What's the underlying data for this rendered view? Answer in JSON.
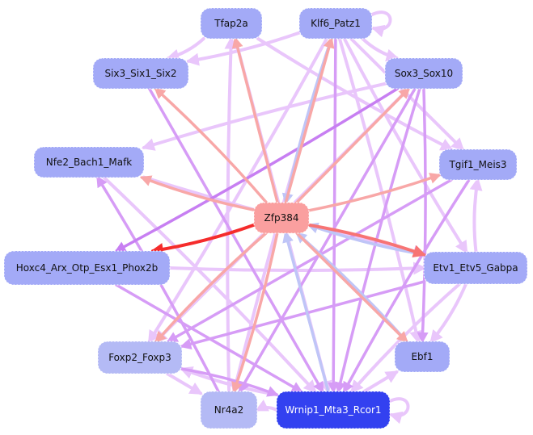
{
  "title": "Gene regulatory network",
  "colors": {
    "background": "#ffffff",
    "node_default": "#a3aaf7",
    "node_light": "#b4baf5",
    "node_center": "#fa9f9f",
    "node_dark": "#3341f0",
    "edge_violet_light": "#e9c6fb",
    "edge_violet": "#d69cf6",
    "edge_violet_strong": "#c77ff2",
    "edge_pink": "#f8a7a7",
    "edge_pink_strong": "#f77474",
    "edge_red": "#f52c2c",
    "edge_blue": "#bfc5f7"
  },
  "nodes": [
    {
      "id": "Tfap2a",
      "label": "Tfap2a",
      "style": "default"
    },
    {
      "id": "Klf6_Patz1",
      "label": "Klf6_Patz1",
      "style": "default"
    },
    {
      "id": "Six3_Six1_Six2",
      "label": "Six3_Six1_Six2",
      "style": "default"
    },
    {
      "id": "Sox3_Sox10",
      "label": "Sox3_Sox10",
      "style": "default"
    },
    {
      "id": "Nfe2_Bach1_Mafk",
      "label": "Nfe2_Bach1_Mafk",
      "style": "default"
    },
    {
      "id": "Tgif1_Meis3",
      "label": "Tgif1_Meis3",
      "style": "default"
    },
    {
      "id": "Zfp384",
      "label": "Zfp384",
      "style": "center"
    },
    {
      "id": "Hoxc4_Arx_Otp_Esx1_Phox2b",
      "label": "Hoxc4_Arx_Otp_Esx1_Phox2b",
      "style": "default"
    },
    {
      "id": "Etv1_Etv5_Gabpa",
      "label": "Etv1_Etv5_Gabpa",
      "style": "default"
    },
    {
      "id": "Foxp2_Foxp3",
      "label": "Foxp2_Foxp3",
      "style": "light"
    },
    {
      "id": "Ebf1",
      "label": "Ebf1",
      "style": "default"
    },
    {
      "id": "Nr4a2",
      "label": "Nr4a2",
      "style": "light"
    },
    {
      "id": "Wrnip1_Mta3_Rcor1",
      "label": "Wrnip1_Mta3_Rcor1",
      "style": "dark"
    }
  ],
  "edges": [
    {
      "from": "Zfp384",
      "to": "Hoxc4_Arx_Otp_Esx1_Phox2b",
      "kind": "red"
    },
    {
      "from": "Zfp384",
      "to": "Tfap2a",
      "kind": "pink"
    },
    {
      "from": "Zfp384",
      "to": "Six3_Six1_Six2",
      "kind": "pink"
    },
    {
      "from": "Zfp384",
      "to": "Nfe2_Bach1_Mafk",
      "kind": "pink"
    },
    {
      "from": "Zfp384",
      "to": "Sox3_Sox10",
      "kind": "pink"
    },
    {
      "from": "Zfp384",
      "to": "Tgif1_Meis3",
      "kind": "pink"
    },
    {
      "from": "Zfp384",
      "to": "Etv1_Etv5_Gabpa",
      "kind": "pink_strong"
    },
    {
      "from": "Zfp384",
      "to": "Ebf1",
      "kind": "pink"
    },
    {
      "from": "Zfp384",
      "to": "Foxp2_Foxp3",
      "kind": "pink"
    },
    {
      "from": "Zfp384",
      "to": "Nr4a2",
      "kind": "pink"
    },
    {
      "from": "Zfp384",
      "to": "Klf6_Patz1",
      "kind": "pink"
    },
    {
      "from": "Klf6_Patz1",
      "to": "Zfp384",
      "kind": "blue"
    },
    {
      "from": "Etv1_Etv5_Gabpa",
      "to": "Zfp384",
      "kind": "blue"
    },
    {
      "from": "Wrnip1_Mta3_Rcor1",
      "to": "Zfp384",
      "kind": "blue"
    },
    {
      "from": "Ebf1",
      "to": "Zfp384",
      "kind": "blue"
    },
    {
      "from": "Klf6_Patz1",
      "to": "Klf6_Patz1",
      "kind": "violet_light"
    },
    {
      "from": "Wrnip1_Mta3_Rcor1",
      "to": "Wrnip1_Mta3_Rcor1",
      "kind": "violet_light"
    },
    {
      "from": "Klf6_Patz1",
      "to": "Sox3_Sox10",
      "kind": "violet_light"
    },
    {
      "from": "Klf6_Patz1",
      "to": "Six3_Six1_Six2",
      "kind": "violet_light"
    },
    {
      "from": "Klf6_Patz1",
      "to": "Tgif1_Meis3",
      "kind": "violet_light"
    },
    {
      "from": "Klf6_Patz1",
      "to": "Etv1_Etv5_Gabpa",
      "kind": "violet_light"
    },
    {
      "from": "Klf6_Patz1",
      "to": "Ebf1",
      "kind": "violet_light"
    },
    {
      "from": "Klf6_Patz1",
      "to": "Wrnip1_Mta3_Rcor1",
      "kind": "violet"
    },
    {
      "from": "Klf6_Patz1",
      "to": "Nr4a2",
      "kind": "violet_light"
    },
    {
      "from": "Klf6_Patz1",
      "to": "Foxp2_Foxp3",
      "kind": "violet_light"
    },
    {
      "from": "Tfap2a",
      "to": "Wrnip1_Mta3_Rcor1",
      "kind": "violet_light"
    },
    {
      "from": "Tfap2a",
      "to": "Tgif1_Meis3",
      "kind": "violet_light"
    },
    {
      "from": "Tfap2a",
      "to": "Six3_Six1_Six2",
      "kind": "violet_light"
    },
    {
      "from": "Six3_Six1_Six2",
      "to": "Wrnip1_Mta3_Rcor1",
      "kind": "violet"
    },
    {
      "from": "Sox3_Sox10",
      "to": "Nfe2_Bach1_Mafk",
      "kind": "violet_light"
    },
    {
      "from": "Sox3_Sox10",
      "to": "Hoxc4_Arx_Otp_Esx1_Phox2b",
      "kind": "violet_strong"
    },
    {
      "from": "Sox3_Sox10",
      "to": "Foxp2_Foxp3",
      "kind": "violet_light"
    },
    {
      "from": "Sox3_Sox10",
      "to": "Wrnip1_Mta3_Rcor1",
      "kind": "violet"
    },
    {
      "from": "Sox3_Sox10",
      "to": "Ebf1",
      "kind": "violet"
    },
    {
      "from": "Sox3_Sox10",
      "to": "Nr4a2",
      "kind": "violet"
    },
    {
      "from": "Nfe2_Bach1_Mafk",
      "to": "Etv1_Etv5_Gabpa",
      "kind": "violet_light"
    },
    {
      "from": "Nfe2_Bach1_Mafk",
      "to": "Wrnip1_Mta3_Rcor1",
      "kind": "violet_light"
    },
    {
      "from": "Tgif1_Meis3",
      "to": "Foxp2_Foxp3",
      "kind": "violet"
    },
    {
      "from": "Tgif1_Meis3",
      "to": "Wrnip1_Mta3_Rcor1",
      "kind": "violet"
    },
    {
      "from": "Etv1_Etv5_Gabpa",
      "to": "Tgif1_Meis3",
      "kind": "violet_light"
    },
    {
      "from": "Etv1_Etv5_Gabpa",
      "to": "Foxp2_Foxp3",
      "kind": "violet"
    },
    {
      "from": "Etv1_Etv5_Gabpa",
      "to": "Wrnip1_Mta3_Rcor1",
      "kind": "violet_light"
    },
    {
      "from": "Etv1_Etv5_Gabpa",
      "to": "Ebf1",
      "kind": "violet_light"
    },
    {
      "from": "Hoxc4_Arx_Otp_Esx1_Phox2b",
      "to": "Wrnip1_Mta3_Rcor1",
      "kind": "violet"
    },
    {
      "from": "Hoxc4_Arx_Otp_Esx1_Phox2b",
      "to": "Etv1_Etv5_Gabpa",
      "kind": "violet_light"
    },
    {
      "from": "Foxp2_Foxp3",
      "to": "Wrnip1_Mta3_Rcor1",
      "kind": "violet"
    },
    {
      "from": "Foxp2_Foxp3",
      "to": "Nr4a2",
      "kind": "violet_light"
    },
    {
      "from": "Wrnip1_Mta3_Rcor1",
      "to": "Nr4a2",
      "kind": "violet_light"
    },
    {
      "from": "Wrnip1_Mta3_Rcor1",
      "to": "Foxp2_Foxp3",
      "kind": "violet_light"
    },
    {
      "from": "Wrnip1_Mta3_Rcor1",
      "to": "Ebf1",
      "kind": "violet_light"
    },
    {
      "from": "Nr4a2",
      "to": "Nfe2_Bach1_Mafk",
      "kind": "violet"
    },
    {
      "from": "Nr4a2",
      "to": "Tfap2a",
      "kind": "violet_light"
    }
  ]
}
